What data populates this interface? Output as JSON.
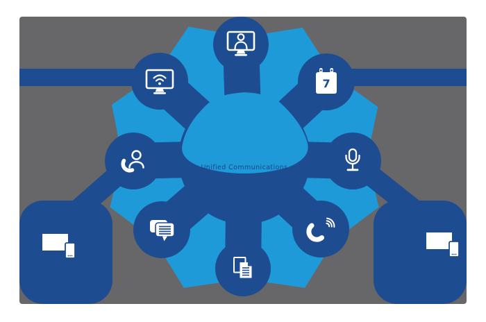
{
  "diagram": {
    "center_label": "Unified Communications",
    "calendar_day": "7",
    "colors": {
      "navy": "#1e4c90",
      "light_blue": "#1f9ad8",
      "gray": "#676769",
      "background": "#ffffff",
      "icon": "#ffffff"
    },
    "nodes": [
      {
        "id": "video-conference",
        "icon": "video-conference-monitor-icon",
        "position": "top"
      },
      {
        "id": "wireless-display",
        "icon": "monitor-wifi-icon",
        "position": "upper-left"
      },
      {
        "id": "calendar",
        "icon": "calendar-icon",
        "position": "upper-right",
        "badge": "7"
      },
      {
        "id": "contact-call",
        "icon": "person-handset-icon",
        "position": "middle-left"
      },
      {
        "id": "voice-microphone",
        "icon": "microphone-icon",
        "position": "middle-right"
      },
      {
        "id": "instant-messaging",
        "icon": "chat-bubbles-icon",
        "position": "lower-left"
      },
      {
        "id": "telephony",
        "icon": "phone-signal-icon",
        "position": "lower-right"
      },
      {
        "id": "documents",
        "icon": "documents-icon",
        "position": "bottom"
      },
      {
        "id": "devices-left",
        "icon": "tv-smartphone-icon",
        "position": "far-left"
      },
      {
        "id": "devices-right",
        "icon": "monitor-smartphone-icon",
        "position": "far-right"
      }
    ]
  }
}
